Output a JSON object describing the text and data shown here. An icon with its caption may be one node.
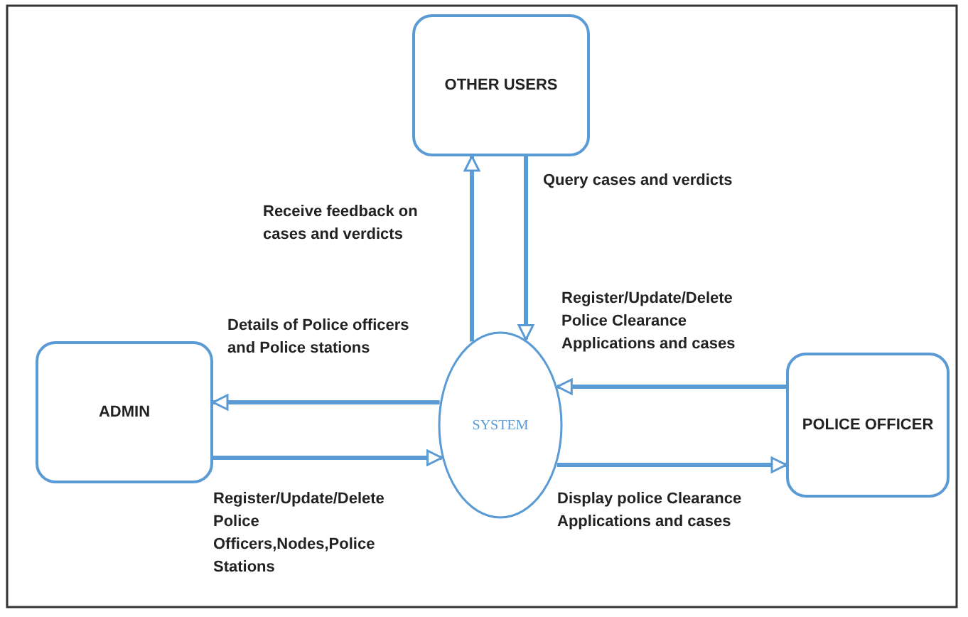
{
  "diagram": {
    "nodes": [
      {
        "text": [
          "OTHER USERS"
        ]
      },
      {
        "text": [
          "ADMIN"
        ]
      },
      {
        "text": [
          "SYSTEM"
        ]
      },
      {
        "text": [
          "POLICE OFFICER"
        ]
      }
    ],
    "edges": [
      {
        "from": 2,
        "to": 0,
        "arrow": "to",
        "label": "Receive feedback on cases and verdicts"
      },
      {
        "from": 0,
        "to": 2,
        "arrow": "to",
        "label": "Query cases and verdicts"
      },
      {
        "from": 2,
        "to": 1,
        "arrow": "to",
        "label": "Details of Police officers and Police stations"
      },
      {
        "from": 1,
        "to": 2,
        "arrow": "to",
        "label": "Register/Update/Delete Police Officers,Nodes,Police Stations"
      },
      {
        "from": 3,
        "to": 2,
        "arrow": "to",
        "label": "Register/Update/Delete Police Clearance Applications and cases"
      },
      {
        "from": 2,
        "to": 3,
        "arrow": "to",
        "label": "Display police Clearance Applications and cases"
      }
    ]
  }
}
